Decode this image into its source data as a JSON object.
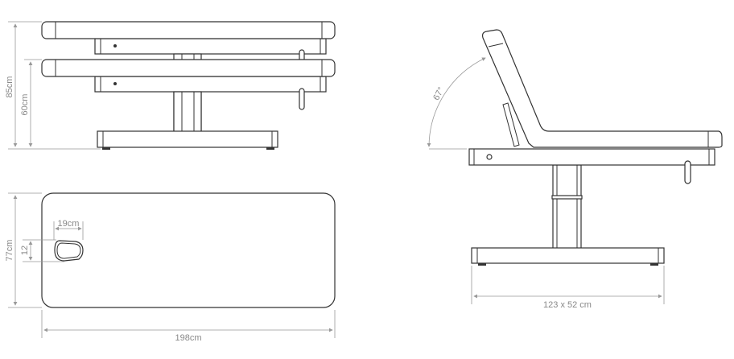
{
  "dimensions": {
    "max_height": "85cm",
    "min_height": "60cm",
    "width": "77cm",
    "length": "198cm",
    "face_hole_width": "19cm",
    "face_hole_height": "12",
    "backrest_angle": "67°",
    "base_size": "123 x 52 cm"
  },
  "colors": {
    "line": "#333333",
    "dimension": "#999999"
  }
}
